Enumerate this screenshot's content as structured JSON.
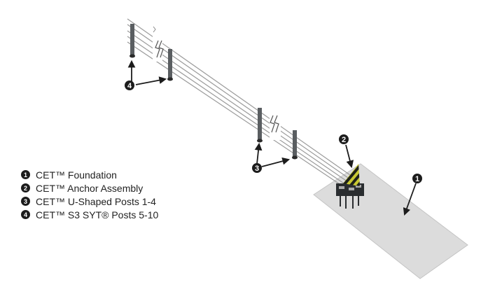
{
  "legend": [
    {
      "num": "1",
      "label": "CET™ Foundation"
    },
    {
      "num": "2",
      "label": "CET™ Anchor Assembly"
    },
    {
      "num": "3",
      "label": "CET™ U-Shaped Posts 1-4"
    },
    {
      "num": "4",
      "label": "CET™ S3 SYT® Posts 5-10"
    }
  ],
  "callouts": {
    "c1": "1",
    "c2": "2",
    "c3": "3",
    "c4": "4"
  },
  "colors": {
    "post": "#5a5e61",
    "cable": "#9a9a9a",
    "foundation": "#dcdcdc",
    "anchor_yellow": "#c8c832",
    "anchor_black": "#1e2119",
    "marker": "#1c1c1c"
  }
}
